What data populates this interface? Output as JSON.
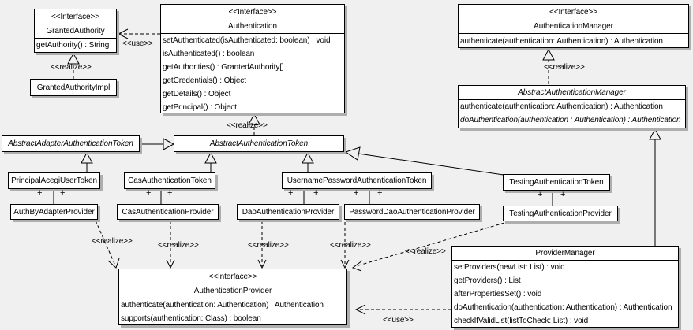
{
  "labels": {
    "use": "<<use>>",
    "realize": "<<realize>>",
    "plus": "+"
  },
  "colors": {
    "background": "#f0f0f0",
    "box_fill": "#ffffff",
    "line": "#000000",
    "shadow": "#aeaeae"
  },
  "classes": {
    "grantedAuthority": {
      "stereotype": "<<Interface>>",
      "name": "GrantedAuthority",
      "methods": [
        "getAuthority() : String"
      ]
    },
    "grantedAuthorityImpl": {
      "name": "GrantedAuthorityImpl"
    },
    "authentication": {
      "stereotype": "<<Interface>>",
      "name": "Authentication",
      "methods": [
        "setAuthenticated(isAuthenticated: boolean) : void",
        "isAuthenticated() : boolean",
        "getAuthorities() : GrantedAuthority[]",
        "getCredentials() : Object",
        "getDetails() : Object",
        "getPrincipal() : Object"
      ]
    },
    "authenticationManager": {
      "stereotype": "<<Interface>>",
      "name": "AuthenticationManager",
      "methods": [
        "authenticate(authentication: Authentication) : Authentication"
      ]
    },
    "abstractAuthenticationManager": {
      "name": "AbstractAuthenticationManager",
      "methods": [
        "authenticate(authentication: Authentication) : Authentication",
        "doAuthentication(authentication : Authentication) : Authentication"
      ]
    },
    "abstractAdapterAuthenticationToken": {
      "name": "AbstractAdapterAuthenticationToken"
    },
    "abstractAuthenticationToken": {
      "name": "AbstractAuthenticationToken"
    },
    "principalAcegiUserToken": {
      "name": "PrincipalAcegiUserToken"
    },
    "casAuthenticationToken": {
      "name": "CasAuthenticationToken"
    },
    "usernamePasswordAuthenticationToken": {
      "name": "UsernamePasswordAuthenticationToken"
    },
    "testingAuthenticationToken": {
      "name": "TestingAuthenticationToken"
    },
    "authByAdapterProvider": {
      "name": "AuthByAdapterProvider"
    },
    "casAuthenticationProvider": {
      "name": "CasAuthenticationProvider"
    },
    "daoAuthenticationProvider": {
      "name": "DaoAuthenticationProvider"
    },
    "passwordDaoAuthenticationProvider": {
      "name": "PasswordDaoAuthenticationProvider"
    },
    "testingAuthenticationProvider": {
      "name": "TestingAuthenticationProvider"
    },
    "authenticationProvider": {
      "stereotype": "<<Interface>>",
      "name": "AuthenticationProvider",
      "methods": [
        "authenticate(authentication: Authentication) : Authentication",
        "supports(authentication: Class) : boolean"
      ]
    },
    "providerManager": {
      "name": "ProviderManager",
      "methods": [
        "setProviders(newList: List) : void",
        "getProviders() : List",
        "afterPropertiesSet() : void",
        "doAuthentication(authentication: Authentication) : Authentication",
        "checkIfValidList(listToCheck: List) : void"
      ]
    }
  }
}
